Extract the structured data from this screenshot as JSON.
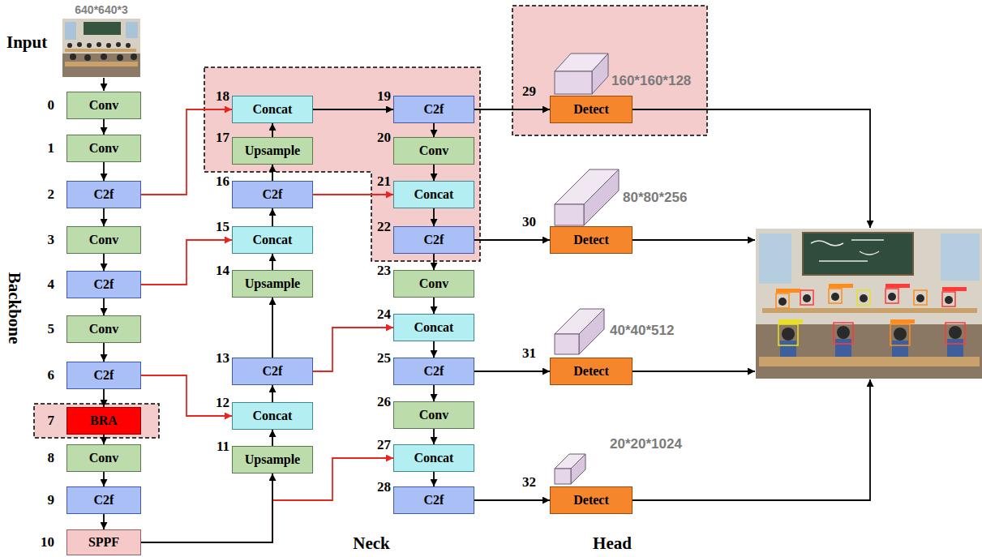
{
  "diagram": {
    "nodes": [
      {
        "text": [
          "0",
          "Conv"
        ]
      },
      {
        "text": [
          "1",
          "Conv"
        ]
      },
      {
        "text": [
          "2",
          "C2f"
        ]
      },
      {
        "text": [
          "3",
          "Conv"
        ]
      },
      {
        "text": [
          "4",
          "C2f"
        ]
      },
      {
        "text": [
          "5",
          "Conv"
        ]
      },
      {
        "text": [
          "6",
          "C2f"
        ]
      },
      {
        "text": [
          "7",
          "BRA"
        ]
      },
      {
        "text": [
          "8",
          "Conv"
        ]
      },
      {
        "text": [
          "9",
          "C2f"
        ]
      },
      {
        "text": [
          "10",
          "SPPF"
        ]
      },
      {
        "text": [
          "11",
          "Upsample"
        ]
      },
      {
        "text": [
          "12",
          "Concat"
        ]
      },
      {
        "text": [
          "13",
          "C2f"
        ]
      },
      {
        "text": [
          "14",
          "Upsample"
        ]
      },
      {
        "text": [
          "15",
          "Concat"
        ]
      },
      {
        "text": [
          "16",
          "C2f"
        ]
      },
      {
        "text": [
          "17",
          "Upsample"
        ]
      },
      {
        "text": [
          "18",
          "Concat"
        ]
      },
      {
        "text": [
          "19",
          "C2f"
        ]
      },
      {
        "text": [
          "20",
          "Conv"
        ]
      },
      {
        "text": [
          "21",
          "Concat"
        ]
      },
      {
        "text": [
          "22",
          "C2f"
        ]
      },
      {
        "text": [
          "23",
          "Conv"
        ]
      },
      {
        "text": [
          "24",
          "Concat"
        ]
      },
      {
        "text": [
          "25",
          "C2f"
        ]
      },
      {
        "text": [
          "26",
          "Conv"
        ]
      },
      {
        "text": [
          "27",
          "Concat"
        ]
      },
      {
        "text": [
          "28",
          "C2f"
        ]
      },
      {
        "text": [
          "29",
          "Detect"
        ]
      },
      {
        "text": [
          "30",
          "Detect"
        ]
      },
      {
        "text": [
          "31",
          "Detect"
        ]
      },
      {
        "text": [
          "32",
          "Detect"
        ]
      }
    ],
    "edges": [
      {
        "from": 0,
        "to": 1,
        "arrow": "to"
      },
      {
        "from": 1,
        "to": 2,
        "arrow": "to"
      },
      {
        "from": 2,
        "to": 3,
        "arrow": "to"
      },
      {
        "from": 3,
        "to": 4,
        "arrow": "to"
      },
      {
        "from": 4,
        "to": 5,
        "arrow": "to"
      },
      {
        "from": 5,
        "to": 6,
        "arrow": "to"
      },
      {
        "from": 6,
        "to": 7,
        "arrow": "to"
      },
      {
        "from": 7,
        "to": 8,
        "arrow": "to"
      },
      {
        "from": 8,
        "to": 9,
        "arrow": "to"
      },
      {
        "from": 9,
        "to": 10,
        "arrow": "to"
      },
      {
        "from": 10,
        "to": 11,
        "arrow": "to"
      },
      {
        "from": 10,
        "to": 27,
        "arrow": "to"
      },
      {
        "from": 11,
        "to": 12,
        "arrow": "to"
      },
      {
        "from": 6,
        "to": 12,
        "arrow": "to"
      },
      {
        "from": 12,
        "to": 13,
        "arrow": "to"
      },
      {
        "from": 13,
        "to": 14,
        "arrow": "to"
      },
      {
        "from": 14,
        "to": 15,
        "arrow": "to"
      },
      {
        "from": 4,
        "to": 15,
        "arrow": "to"
      },
      {
        "from": 15,
        "to": 16,
        "arrow": "to"
      },
      {
        "from": 16,
        "to": 17,
        "arrow": "to"
      },
      {
        "from": 17,
        "to": 18,
        "arrow": "to"
      },
      {
        "from": 2,
        "to": 18,
        "arrow": "to"
      },
      {
        "from": 18,
        "to": 19,
        "arrow": "to"
      },
      {
        "from": 19,
        "to": 20,
        "arrow": "to"
      },
      {
        "from": 20,
        "to": 21,
        "arrow": "to"
      },
      {
        "from": 16,
        "to": 21,
        "arrow": "to"
      },
      {
        "from": 21,
        "to": 22,
        "arrow": "to"
      },
      {
        "from": 22,
        "to": 23,
        "arrow": "to"
      },
      {
        "from": 23,
        "to": 24,
        "arrow": "to"
      },
      {
        "from": 13,
        "to": 24,
        "arrow": "to"
      },
      {
        "from": 24,
        "to": 25,
        "arrow": "to"
      },
      {
        "from": 25,
        "to": 26,
        "arrow": "to"
      },
      {
        "from": 26,
        "to": 27,
        "arrow": "to"
      },
      {
        "from": 27,
        "to": 28,
        "arrow": "to"
      },
      {
        "from": 19,
        "to": 29,
        "arrow": "to"
      },
      {
        "from": 22,
        "to": 30,
        "arrow": "to"
      },
      {
        "from": 25,
        "to": 31,
        "arrow": "to"
      },
      {
        "from": 28,
        "to": 32,
        "arrow": "to"
      }
    ],
    "labels": [
      "640*640*3",
      "Input",
      "Backbone",
      "160*160*128",
      "80*80*256",
      "40*40*512",
      "20*20*1024",
      "Neck",
      "Head"
    ]
  }
}
